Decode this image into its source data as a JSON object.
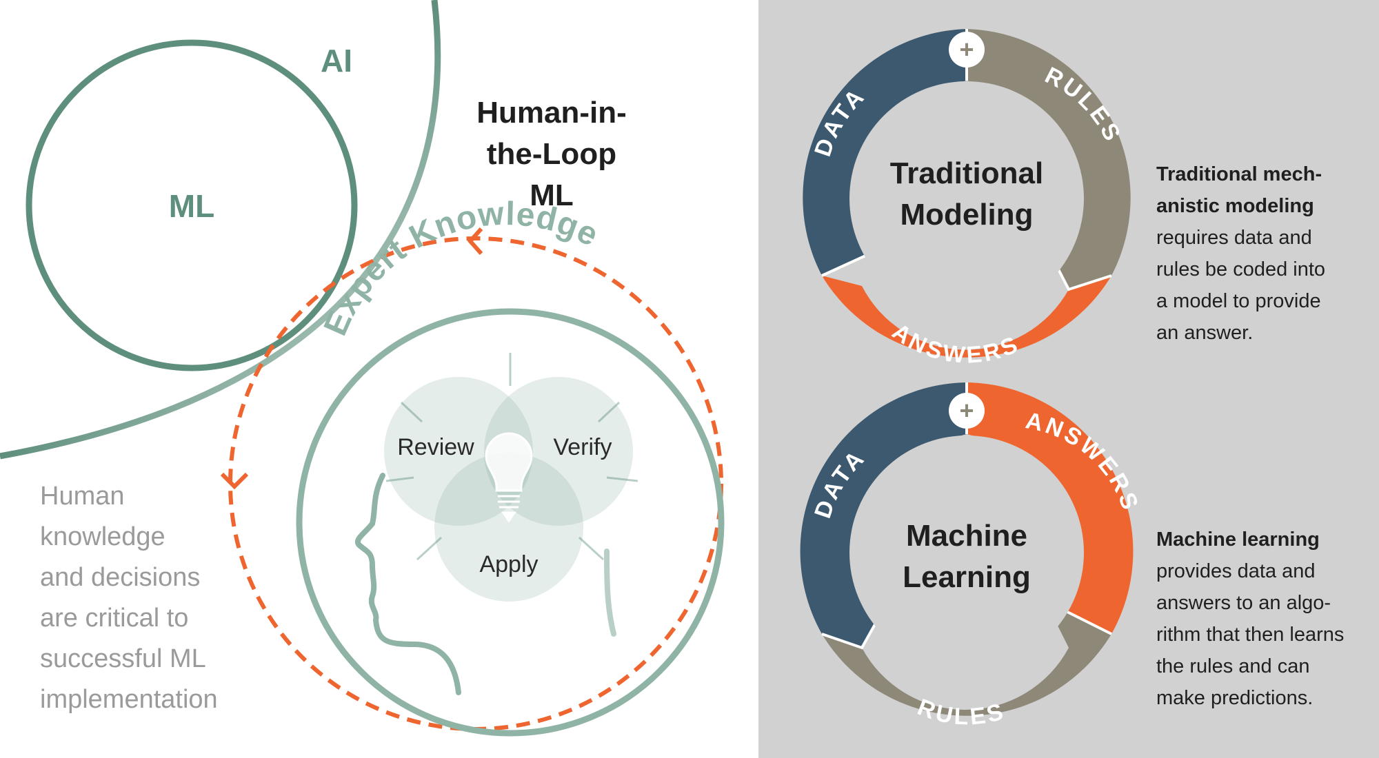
{
  "colors": {
    "green": "#5e8f7c",
    "green_light": "#8fb3a5",
    "orange": "#ee6530",
    "navy": "#3c596f",
    "taupe": "#8e8878",
    "panel_bg": "#d1d1d1",
    "inner_circle": "#d1d1d1",
    "dark_text": "#1f1f1f",
    "gray_text": "#9a9a9a"
  },
  "left": {
    "ai_label": "AI",
    "ml_label": "ML",
    "hitl_title": [
      "Human-in-",
      "the-Loop",
      "ML"
    ],
    "expert_knowledge": "Expert Knowledge",
    "venn": {
      "review": "Review",
      "verify": "Verify",
      "apply": "Apply"
    },
    "caption": [
      "Human",
      "knowledge",
      "and decisions",
      "are critical to",
      "successful ML",
      "implementation"
    ]
  },
  "right": {
    "traditional": {
      "title": [
        "Traditional",
        "Modeling"
      ],
      "segments": {
        "data": "DATA",
        "rules": "RULES",
        "answers": "ANSWERS"
      },
      "plus": "+",
      "description_bold": [
        "Traditional mech-",
        "anistic modeling"
      ],
      "description": [
        "requires data and",
        "rules be coded into",
        "a model to provide",
        "an answer."
      ]
    },
    "machine_learning": {
      "title": [
        "Machine",
        "Learning"
      ],
      "segments": {
        "data": "DATA",
        "answers": "ANSWERS",
        "rules": "RULES"
      },
      "plus": "+",
      "description_bold": [
        "Machine learning"
      ],
      "description": [
        "provides data and",
        "answers to an algo-",
        "rithm that then learns",
        "the rules and can",
        "make predictions."
      ]
    }
  }
}
